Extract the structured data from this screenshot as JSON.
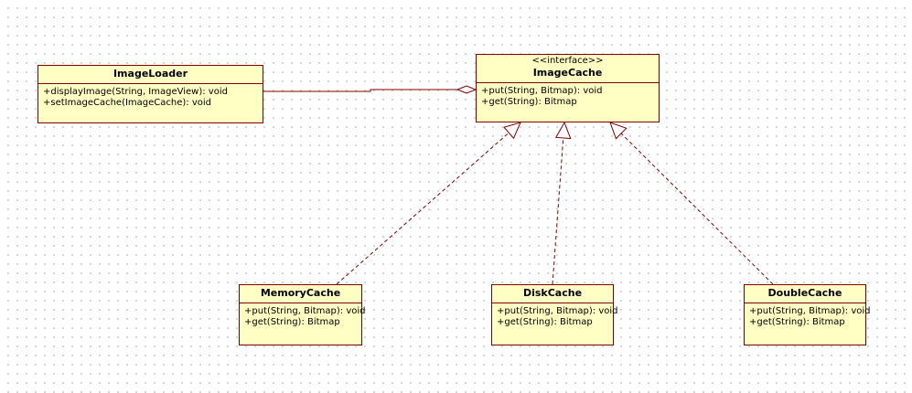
{
  "diagram": {
    "classes": [
      {
        "id": "image-loader",
        "stereotype": "",
        "name": "ImageLoader",
        "methods": [
          "+displayImage(String, ImageView): void",
          "+setImageCache(ImageCache): void"
        ]
      },
      {
        "id": "image-cache",
        "stereotype": "<<interface>>",
        "name": "ImageCache",
        "methods": [
          "+put(String, Bitmap): void",
          "+get(String): Bitmap"
        ]
      },
      {
        "id": "memory-cache",
        "stereotype": "",
        "name": "MemoryCache",
        "methods": [
          "+put(String, Bitmap): void",
          "+get(String): Bitmap"
        ]
      },
      {
        "id": "disk-cache",
        "stereotype": "",
        "name": "DiskCache",
        "methods": [
          "+put(String, Bitmap): void",
          "+get(String): Bitmap"
        ]
      },
      {
        "id": "double-cache",
        "stereotype": "",
        "name": "DoubleCache",
        "methods": [
          "+put(String, Bitmap): void",
          "+get(String): Bitmap"
        ]
      }
    ],
    "relations": [
      {
        "type": "aggregation",
        "from": "image-loader",
        "to": "image-cache"
      },
      {
        "type": "realization",
        "from": "memory-cache",
        "to": "image-cache"
      },
      {
        "type": "realization",
        "from": "disk-cache",
        "to": "image-cache"
      },
      {
        "type": "realization",
        "from": "double-cache",
        "to": "image-cache"
      }
    ],
    "colors": {
      "class_fill": "#ffffc4",
      "class_border": "#800000",
      "line": "#800000",
      "grid_dot": "#c8c8c8"
    }
  }
}
